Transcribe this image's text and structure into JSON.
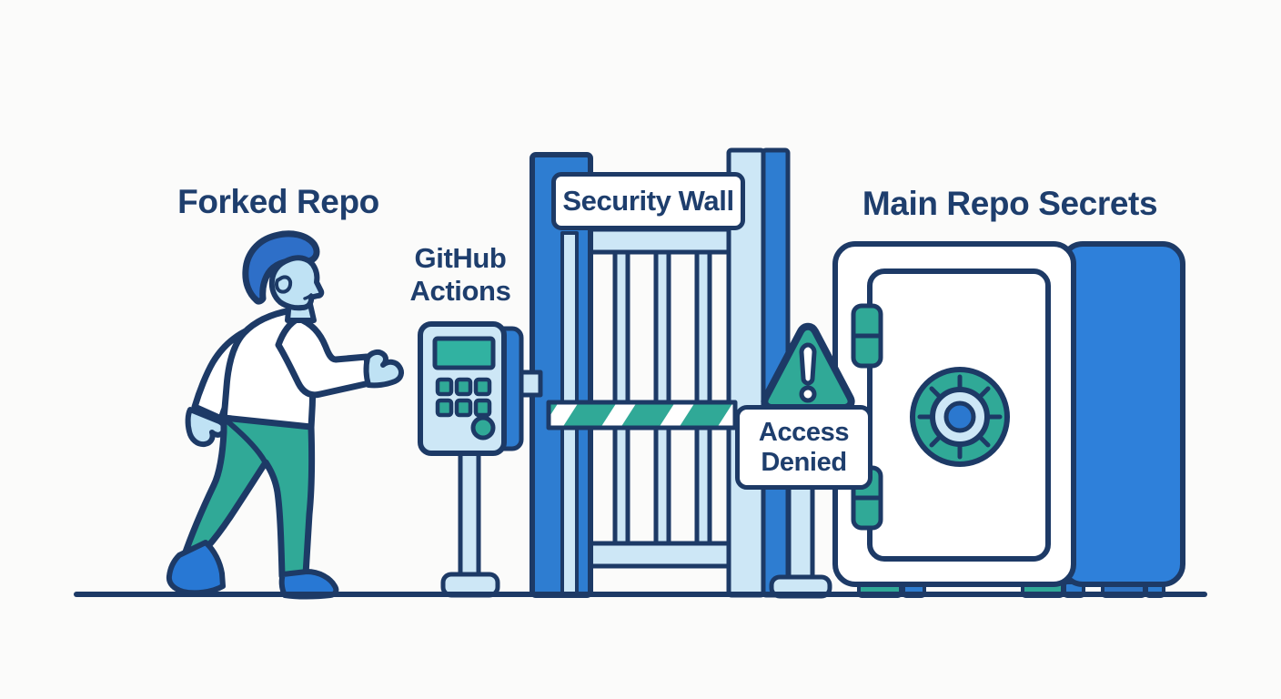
{
  "labels": {
    "forked_repo": "Forked Repo",
    "github_actions_line1": "GitHub",
    "github_actions_line2": "Actions",
    "security_wall_sign": "Security Wall",
    "access_denied_line1": "Access",
    "access_denied_line2": "Denied",
    "main_repo_secrets": "Main Repo Secrets"
  },
  "components": [
    "person-walking",
    "keypad-terminal",
    "security-gate",
    "hazard-stripe-barrier",
    "warning-triangle-icon",
    "access-denied-signpost",
    "vault-safe",
    "vault-dial",
    "ground-line"
  ],
  "colors": {
    "background": "#fbfbfa",
    "outline_navy": "#1d3a66",
    "text_navy": "#1e3e6d",
    "blue": "#2e7dd1",
    "hair_blue": "#2e6fc8",
    "shoe_blue": "#2878d4",
    "vault_side_blue": "#2e80da",
    "vault_foot_blue": "#2f74c4",
    "dial_center_blue": "#2b78cf",
    "light_blue": "#cde7f6",
    "pale_blue": "#bfe2f4",
    "teal": "#30a997",
    "screen_teal": "#31b2a1",
    "sign_white": "#ffffff"
  }
}
